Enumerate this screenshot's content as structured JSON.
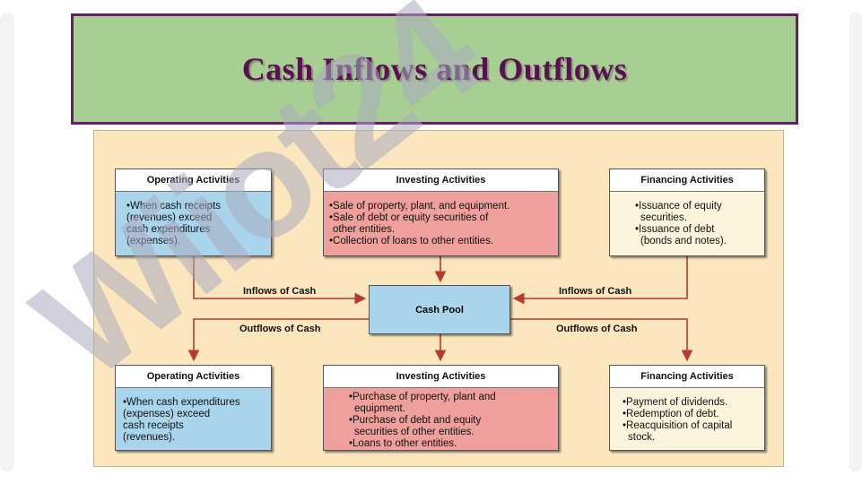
{
  "title": "Cash Inflows and Outflows",
  "watermark": "Wiiot24",
  "cash_pool": "Cash Pool",
  "flows": {
    "inflows_left": "Inflows of Cash",
    "inflows_right": "Inflows of Cash",
    "outflows_left": "Outflows of Cash",
    "outflows_right": "Outflows of Cash"
  },
  "inflows": {
    "operating": {
      "header": "Operating Activities",
      "items": [
        "•When cash receipts",
        "(revenues) exceed",
        "cash expenditures",
        "(expenses)."
      ]
    },
    "investing": {
      "header": "Investing Activities",
      "items": [
        "•Sale of property, plant, and equipment.",
        "•Sale of debt or equity securities of",
        "other entities.",
        "•Collection of loans to other entities."
      ]
    },
    "financing": {
      "header": "Financing Activities",
      "items": [
        "•Issuance of equity",
        "securities.",
        "•Issuance of debt",
        "(bonds and notes)."
      ]
    }
  },
  "outflows": {
    "operating": {
      "header": "Operating Activities",
      "items": [
        "•When cash expenditures",
        "(expenses) exceed",
        "cash receipts",
        "(revenues)."
      ]
    },
    "investing": {
      "header": "Investing Activities",
      "items": [
        "•Purchase of property, plant and",
        "equipment.",
        "•Purchase of debt and equity",
        "securities of other entities.",
        "•Loans to other entities."
      ]
    },
    "financing": {
      "header": "Financing Activities",
      "items": [
        "•Payment of dividends.",
        "•Redemption of debt.",
        "•Reacquisition of capital",
        "stock."
      ]
    }
  }
}
